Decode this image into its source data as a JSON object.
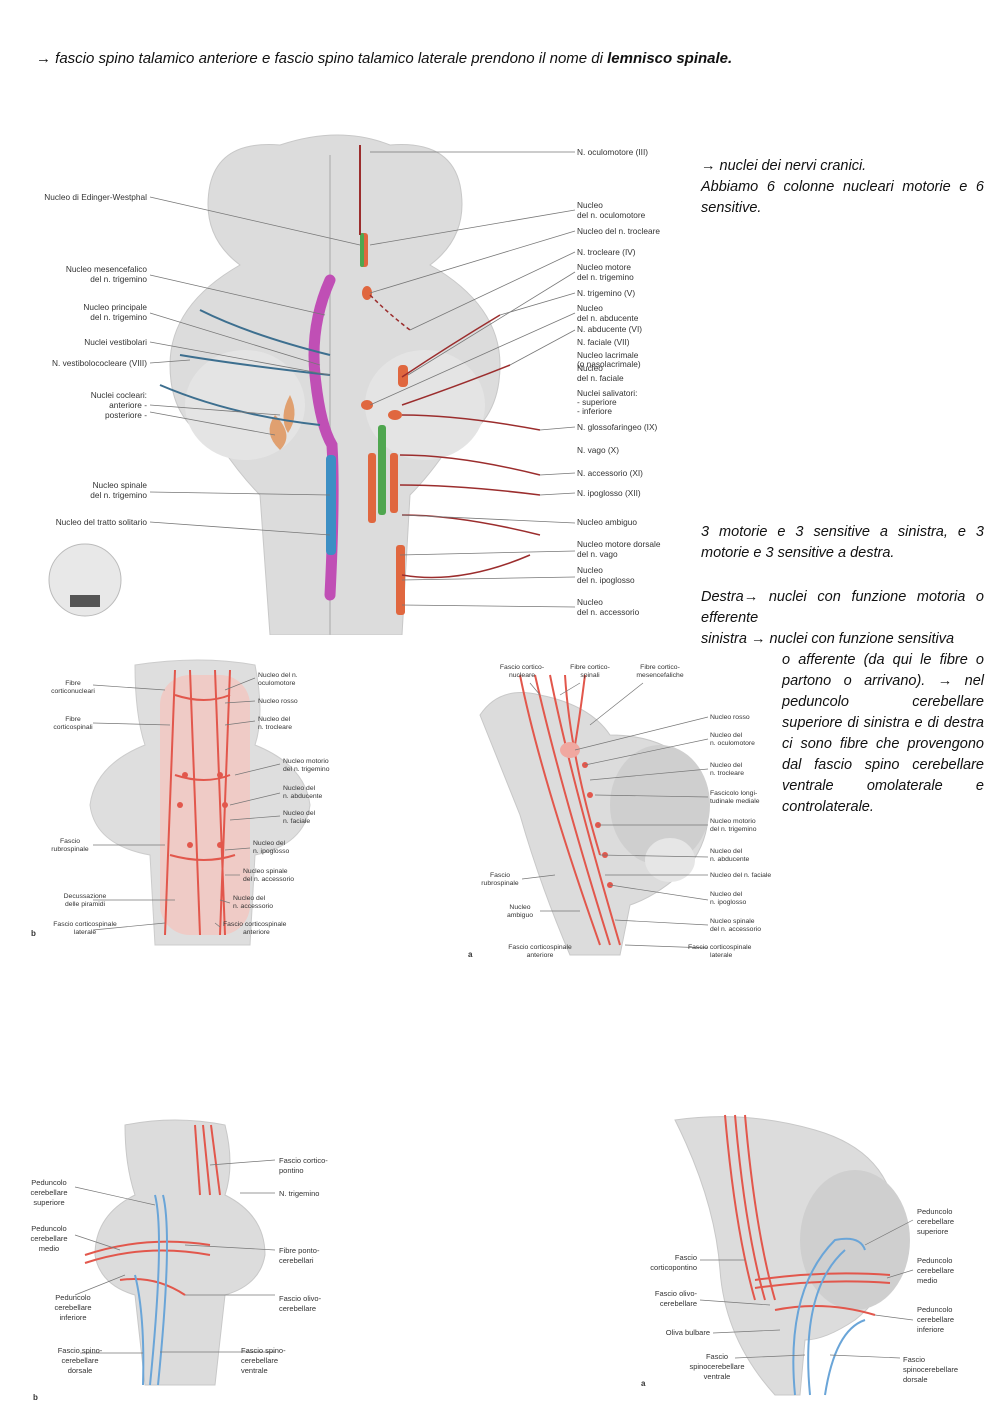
{
  "header": {
    "line_prefix": "→ fascio spino talamico anteriore e fascio spino talamico laterale prendono il nome di",
    "line_bold": "lemnisco spinale."
  },
  "notes": {
    "p1_line1": "→ nuclei dei nervi cranici.",
    "p1_line2": "Abbiamo 6 colonne nucleari motorie e 6 sensitive.",
    "p2": "3 motorie e 3 sensitive a sinistra, e 3 motorie e 3 sensitive a destra.",
    "p3_line1": "Destra→  nuclei con funzione motoria o efferente",
    "p3_line2": "sinistra → nuclei con funzione sensitiva",
    "p3_cont": "o afferente (da qui le fibre o partono o arrivano).  → nel peduncolo cerebellare superiore di sinistra e di destra ci sono fibre che provengono dal fascio spino cerebellare ventrale omolaterale e controlaterale."
  },
  "figure1": {
    "left_labels": [
      "Nucleo di Edinger-Westphal",
      "Nucleo mesencefalico",
      "del n. trigemino",
      "Nucleo principale",
      "del n. trigemino",
      "Nuclei vestibolari",
      "N. vestibolococleare (VIII)",
      "Nuclei cocleari:",
      "anteriore -",
      "posteriore -",
      "Nucleo spinale",
      "del n. trigemino",
      "Nucleo del tratto solitario"
    ],
    "right_labels": [
      "N. oculomotore (III)",
      "Nucleo",
      "del n. oculomotore",
      "Nucleo del n. trocleare",
      "N. trocleare (IV)",
      "Nucleo motore",
      "del n. trigemino",
      "N. trigemino (V)",
      "Nucleo",
      "del n. abducente",
      "N. abducente (VI)",
      "N. faciale (VII)",
      "Nucleo lacrimale",
      "(o nasolacrimale)",
      "Nucleo",
      "del n. faciale",
      "Nuclei salivatori:",
      "- superiore",
      "- inferiore",
      "N. glossofaringeo (IX)",
      "N. vago (X)",
      "N. accessorio (XI)",
      "N. ipoglosso (XII)",
      "Nucleo ambiguo",
      "Nucleo motore dorsale",
      "del n. vago",
      "Nucleo",
      "del n. ipoglosso",
      "Nucleo",
      "del n. accessorio"
    ]
  },
  "figure2": {
    "panel": "b",
    "left_labels": [
      "Fibre",
      "corticonucleari",
      "Fibre",
      "corticospinali",
      "Fascio",
      "rubrospinale",
      "Decussazione",
      "delle piramidi",
      "Fascio corticospinale",
      "laterale"
    ],
    "right_labels": [
      "Nucleo del n.",
      "oculomotore",
      "Nucleo rosso",
      "Nucleo del",
      "n. trocleare",
      "Nucleo motorio",
      "del n. trigemino",
      "Nucleo del",
      "n. abducente",
      "Nucleo del",
      "n. faciale",
      "Nucleo del",
      "n. ipoglosso",
      "Nucleo spinale",
      "del n. accessorio",
      "Nucleo del",
      "n. accessorio",
      "Fascio corticospinale",
      "anteriore"
    ]
  },
  "figure3": {
    "panel": "a",
    "top_labels": [
      "Fascio cortico-",
      "nucleare",
      "Fibre cortico-",
      "spinali",
      "Fibre cortico-",
      "mesencefaliche"
    ],
    "left_labels": [
      "Fascio",
      "rubrospinale",
      "Nucleo",
      "ambiguo",
      "Fascio corticospinale",
      "anteriore"
    ],
    "right_labels": [
      "Nucleo rosso",
      "Nucleo del",
      "n. oculomotore",
      "Nucleo del",
      "n. trocleare",
      "Fascicolo longi-",
      "tudinale mediale",
      "Nucleo motorio",
      "del n. trigemino",
      "Nucleo del",
      "n. abducente",
      "Nucleo del n. faciale",
      "Nucleo del",
      "n. ipoglosso",
      "Nucleo spinale",
      "del n. accessorio",
      "Fascio corticospinale",
      "laterale"
    ]
  },
  "figure4": {
    "panel": "b",
    "left_labels": [
      "Peduncolo",
      "cerebellare",
      "superiore",
      "Peduncolo",
      "cerebellare",
      "medio",
      "Peduncolo",
      "cerebellare",
      "inferiore",
      "Fascio spino-",
      "cerebellare",
      "dorsale"
    ],
    "right_labels": [
      "Fascio cortico-",
      "pontino",
      "N. trigemino",
      "Fibre ponto-",
      "cerebellari",
      "Fascio olivo-",
      "cerebellare",
      "Fascio spino-",
      "cerebellare",
      "ventrale"
    ]
  },
  "figure5": {
    "panel": "a",
    "left_labels": [
      "Fascio",
      "corticopontino",
      "Fascio olivo-",
      "cerebellare",
      "Oliva bulbare",
      "Fascio",
      "spinocerebellare",
      "ventrale"
    ],
    "right_labels": [
      "Peduncolo",
      "cerebellare",
      "superiore",
      "Peduncolo",
      "cerebellare",
      "medio",
      "Peduncolo",
      "cerebellare",
      "inferiore",
      "Fascio",
      "spinocerebellare",
      "dorsale"
    ]
  },
  "colors": {
    "red_tract": "#e2574c",
    "motor_nucleus": "#e0673f",
    "sensory_blue": "#3d8fc4",
    "sensory_pink": "#c04fb5",
    "cochlear": "#e0a070",
    "nerve_dark": "#9b2d2d",
    "tissue": "#dadada"
  }
}
